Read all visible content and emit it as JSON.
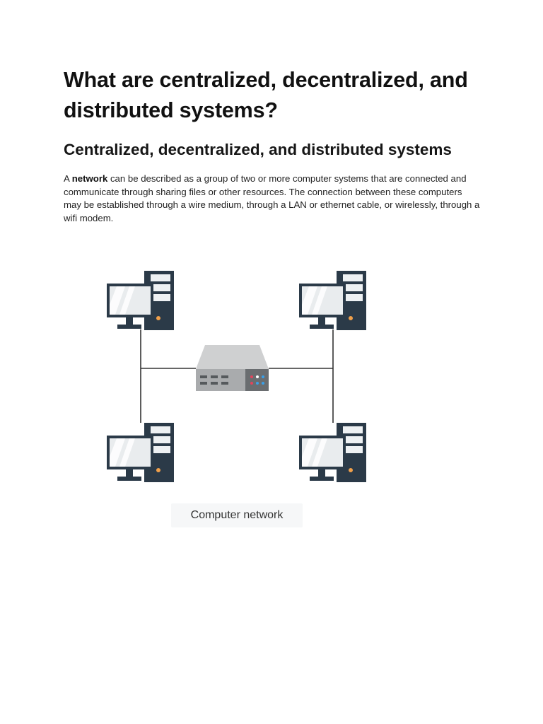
{
  "article": {
    "title": "What are centralized, decentralized, and distributed systems?",
    "subtitle": "Centralized, decentralized, and distributed systems",
    "paragraph": {
      "prefix": "A ",
      "bold_term": "network",
      "rest": " can be described as a group of two or more computer systems that are connected and communicate through sharing files or other resources. The connection between these computers may be established through a wire medium, through a LAN or ethernet cable, or wirelessly, through a wifi modem."
    }
  },
  "figure": {
    "caption": "Computer network",
    "icons": [
      "computer-icon",
      "computer-icon",
      "computer-icon",
      "computer-icon",
      "network-switch-icon"
    ],
    "colors": {
      "tower": "#2b3a48",
      "screen": "#e9ecee",
      "led": "#f0a04b",
      "switch_body": "#a9abad",
      "switch_top": "#cfd0d1",
      "switch_panel": "#6a6d70",
      "wire": "#333333"
    }
  }
}
